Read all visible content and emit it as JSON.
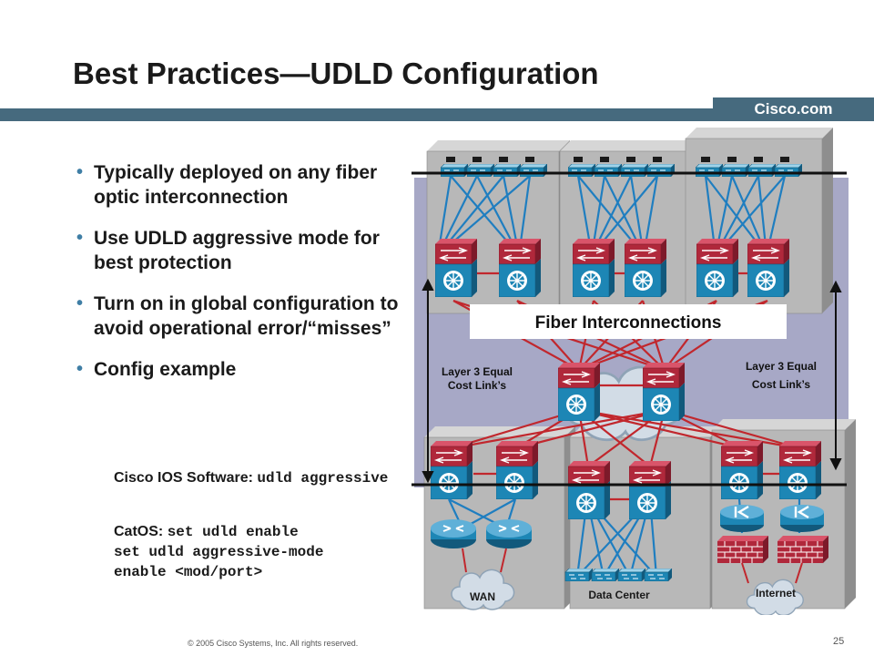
{
  "slide": {
    "title": "Best Practices—UDLD Configuration",
    "brand": "Cisco.com",
    "bullets": [
      "Typically deployed on any fiber optic interconnection",
      "Use UDLD aggressive mode for best protection",
      "Turn on in global configuration to avoid operational error/“misses”",
      "Config example"
    ],
    "config": {
      "ios_label": "Cisco IOS Software:",
      "ios_code": "udld aggressive",
      "catos_label": "CatOS:",
      "catos_code_1": "set udld enable",
      "catos_code_2": "set udld aggressive-mode",
      "catos_code_3": "enable <mod/port>"
    },
    "footer": {
      "copyright": "© 2005 Cisco Systems, Inc. All rights reserved.",
      "page_number": "25"
    }
  },
  "diagram": {
    "banner": "Fiber Interconnections",
    "left_link_label_1": "Layer 3 Equal",
    "left_link_label_2": "Cost Link’s",
    "right_link_label_1": "Layer 3 Equal",
    "right_link_label_2": "Cost Link’s",
    "cloud_wan": "WAN",
    "label_data_center": "Data Center",
    "cloud_internet": "Internet"
  },
  "colors": {
    "accent_bar": "#466a7e",
    "switch_red": "#b0283b",
    "switch_blue": "#1d86b5",
    "link_red": "#c1272d",
    "link_blue": "#1f7ec0",
    "panel": "#b8b8b8",
    "backdrop": "#a7a8c6"
  }
}
